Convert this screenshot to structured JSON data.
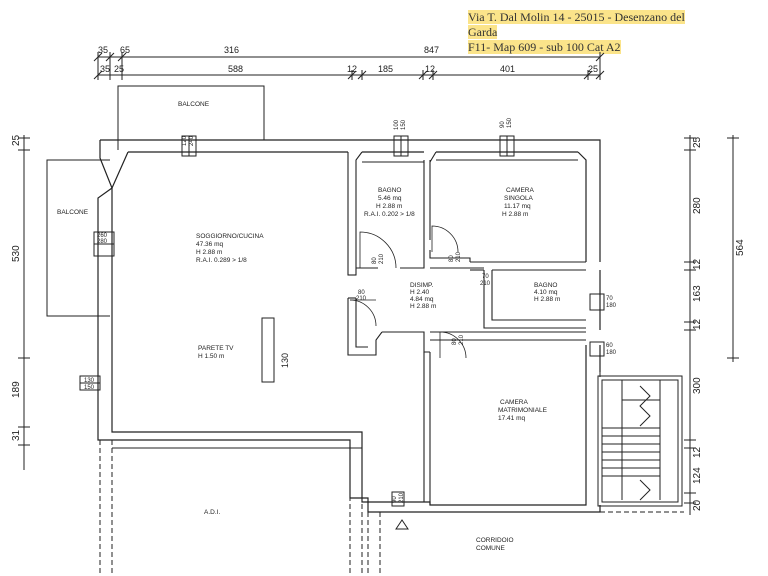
{
  "address": {
    "line1": "Via T. Dal Molin 14 - 25015 - Desenzano del",
    "line2": "Garda",
    "line3": "F11- Map 609 - sub 100 Cat A2"
  },
  "dimensions_top": {
    "row1": [
      "35",
      "65",
      "316",
      "847"
    ],
    "row2": [
      "35",
      "25",
      "588",
      "12",
      "185",
      "12",
      "401",
      "25"
    ]
  },
  "dimensions_left": [
    "25",
    "530",
    "189",
    "31"
  ],
  "dimensions_right": [
    "25",
    "280",
    "12",
    "163",
    "12",
    "300",
    "12",
    "124",
    "20",
    "564"
  ],
  "rooms": {
    "balcone_top": "BALCONE",
    "balcone_left": "BALCONE",
    "soggiorno": {
      "name": "SOGGIORNO/CUCINA",
      "area": "47.36 mq",
      "height": "H 2.88 m",
      "rai": "R.A.I. 0.289 > 1/8"
    },
    "bagno1": {
      "name": "BAGNO",
      "area": "5.46 mq",
      "height": "H 2.88 m",
      "rai": "R.A.I. 0.202 > 1/8"
    },
    "camera_singola": {
      "name": "CAMERA",
      "name2": "SINGOLA",
      "area": "11.17 mq",
      "height": "H 2.88 m"
    },
    "disimp": {
      "name": "DISIMP.",
      "h1": "H 2.40",
      "area": "4.84 mq",
      "h2": "H 2.88 m"
    },
    "bagno2": {
      "name": "BAGNO",
      "area": "4.10 mq",
      "height": "H 2.88 m"
    },
    "parete_tv": {
      "name": "PARETE TV",
      "height": "H 1.50 m",
      "dim": "130"
    },
    "camera_matrimoniale": {
      "name": "CAMERA",
      "name2": "MATRIMONIALE",
      "area": "17.41 mq"
    },
    "adi": "A.D.I.",
    "corridoio": {
      "name": "CORRIDOIO",
      "name2": "COMUNE"
    }
  },
  "openings": {
    "win_top_left": [
      "120",
      "240"
    ],
    "win_top_bagno": [
      "100",
      "150"
    ],
    "win_top_camera": [
      "90",
      "150"
    ],
    "win_left_balcone": [
      "260",
      "280"
    ],
    "win_left_bottom": [
      "130",
      "150"
    ],
    "win_right1": [
      "70",
      "180"
    ],
    "win_right2": [
      "60",
      "180"
    ],
    "door_bagno1": [
      "80",
      "210"
    ],
    "door_camera": [
      "80",
      "210"
    ],
    "door_sogg": [
      "80",
      "210"
    ],
    "door_bagno2": [
      "70",
      "210"
    ],
    "door_matr": [
      "80",
      "210"
    ],
    "door_entry": [
      "90",
      "210"
    ]
  }
}
